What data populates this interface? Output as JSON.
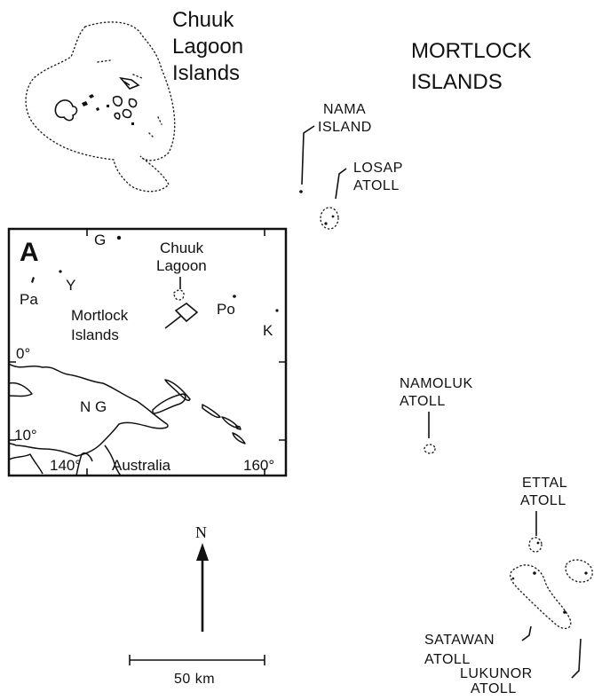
{
  "map": {
    "regions": {
      "chuuk_title": [
        "Chuuk",
        "Lagoon",
        "Islands"
      ],
      "mortlock_title": [
        "MORTLOCK",
        "ISLANDS"
      ]
    },
    "atolls": {
      "nama": [
        "NAMA",
        "ISLAND"
      ],
      "losap": [
        "LOSAP",
        "ATOLL"
      ],
      "namoluk": [
        "NAMOLUK",
        "ATOLL"
      ],
      "ettal": [
        "ETTAL",
        "ATOLL"
      ],
      "satawan": [
        "SATAWAN",
        "ATOLL"
      ],
      "lukunor": [
        "LUKUNOR",
        "ATOLL"
      ]
    },
    "inset": {
      "panel_letter": "A",
      "labels": {
        "g": "G",
        "y": "Y",
        "pa": "Pa",
        "po": "Po",
        "k": "K",
        "ng": "N G",
        "australia": "Australia",
        "chuuk": [
          "Chuuk",
          "Lagoon"
        ],
        "mortlock": [
          "Mortlock",
          "Islands"
        ]
      },
      "latitudes": [
        "0°",
        "10°"
      ],
      "longitudes": [
        "140°",
        "160°"
      ]
    },
    "north_label": "N",
    "scale_label": "50 km"
  }
}
